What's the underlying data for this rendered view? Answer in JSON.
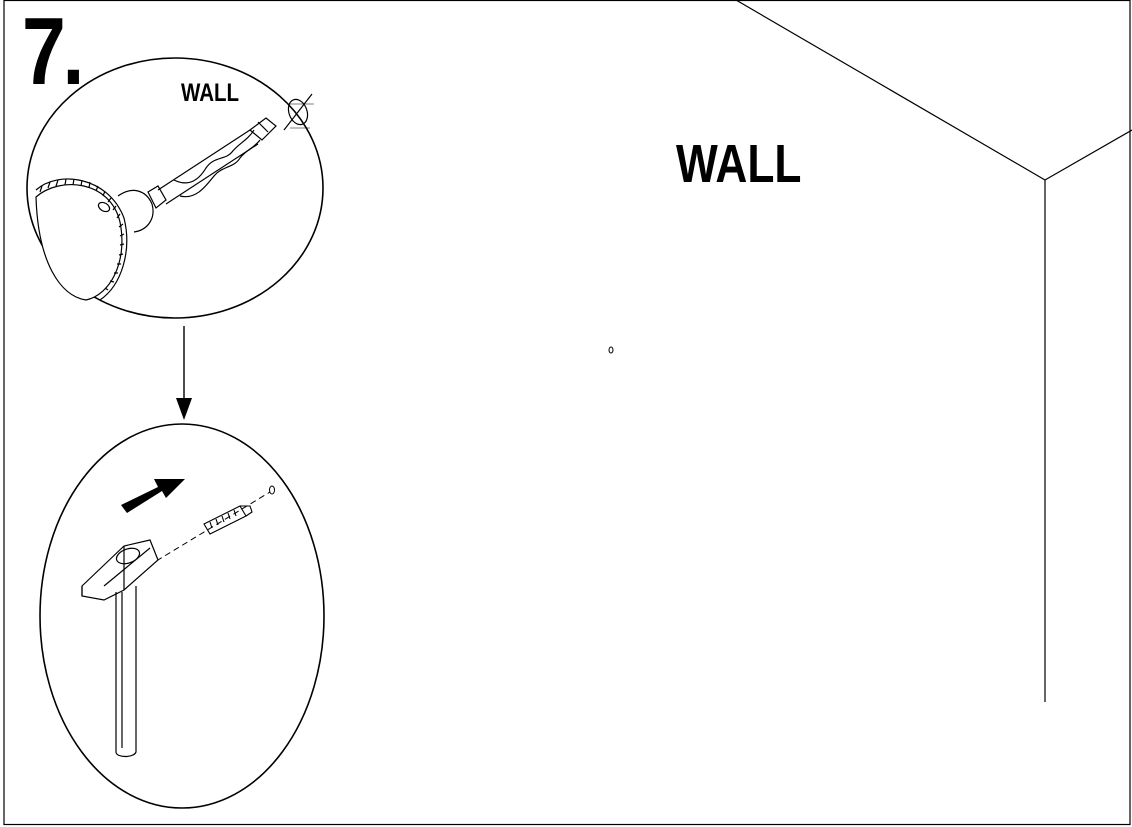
{
  "step": {
    "number": "7."
  },
  "detail_drill": {
    "label": "WALL",
    "symbol": "diameter-icon"
  },
  "detail_anchor": {
    "icon": "hammer-icon",
    "direction": "arrow-right-icon"
  },
  "scene": {
    "label": "WALL"
  },
  "colors": {
    "line": "#000000",
    "background": "#ffffff"
  }
}
